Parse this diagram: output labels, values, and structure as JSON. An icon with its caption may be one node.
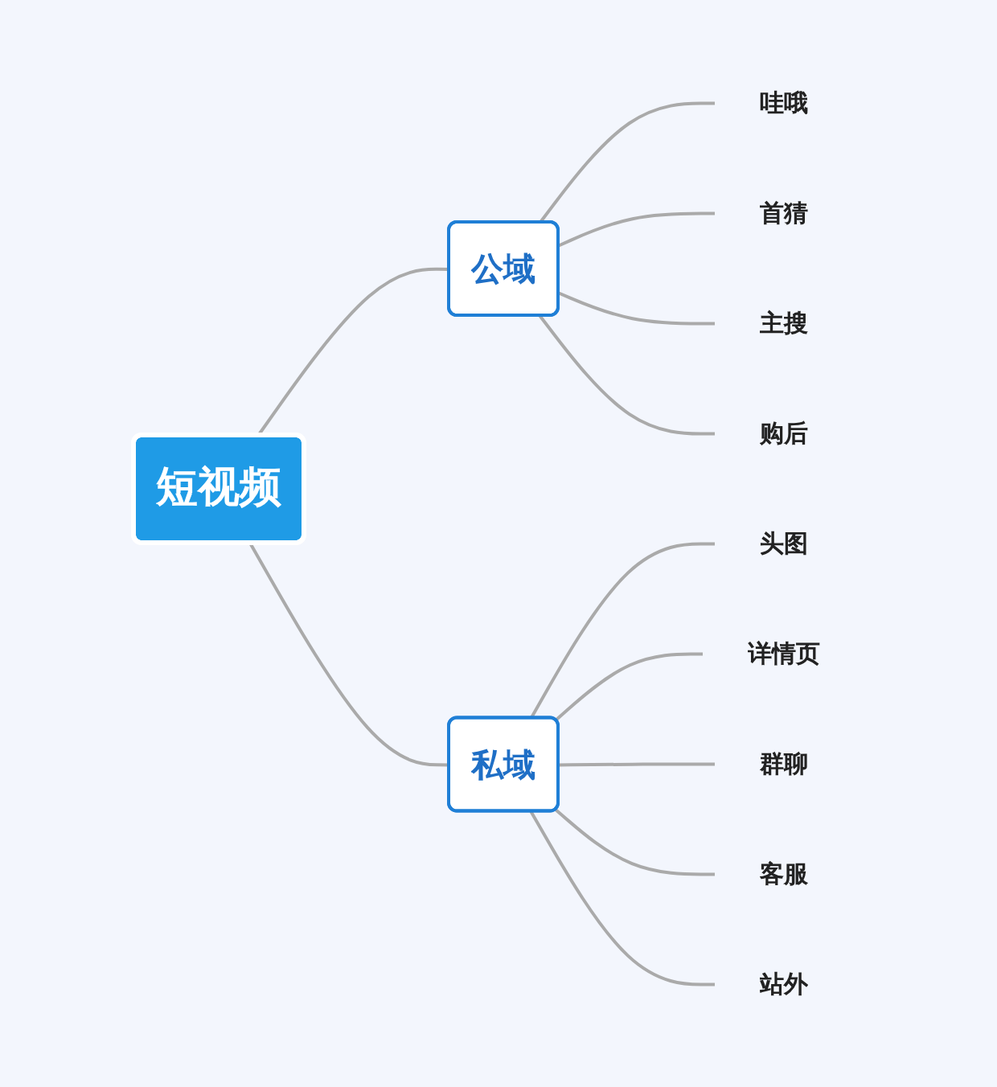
{
  "diagram": {
    "nodes": [
      {
        "text": [
          "短视频"
        ]
      },
      {
        "text": [
          "公域"
        ]
      },
      {
        "text": [
          "哇哦"
        ]
      },
      {
        "text": [
          "首猜"
        ]
      },
      {
        "text": [
          "主搜"
        ]
      },
      {
        "text": [
          "购后"
        ]
      },
      {
        "text": [
          "私域"
        ]
      },
      {
        "text": [
          "头图"
        ]
      },
      {
        "text": [
          "详情页"
        ]
      },
      {
        "text": [
          "群聊"
        ]
      },
      {
        "text": [
          "客服"
        ]
      },
      {
        "text": [
          "站外"
        ]
      }
    ],
    "edges": [
      {
        "from": 0,
        "to": 1,
        "arrow": "none"
      },
      {
        "from": 1,
        "to": 2,
        "arrow": "none"
      },
      {
        "from": 1,
        "to": 3,
        "arrow": "none"
      },
      {
        "from": 1,
        "to": 4,
        "arrow": "none"
      },
      {
        "from": 1,
        "to": 5,
        "arrow": "none"
      },
      {
        "from": 0,
        "to": 6,
        "arrow": "none"
      },
      {
        "from": 6,
        "to": 7,
        "arrow": "none"
      },
      {
        "from": 6,
        "to": 8,
        "arrow": "none"
      },
      {
        "from": 6,
        "to": 9,
        "arrow": "none"
      },
      {
        "from": 6,
        "to": 10,
        "arrow": "none"
      },
      {
        "from": 6,
        "to": 11,
        "arrow": "none"
      }
    ]
  }
}
